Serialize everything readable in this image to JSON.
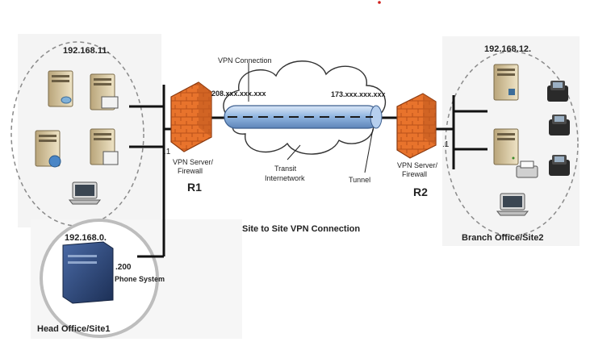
{
  "sites": {
    "left_subnet": "192.168.11.",
    "right_subnet": "192.168.12.",
    "phone_subnet": "192.168.0.",
    "left_host_suffix": ".1",
    "right_host_suffix": ".1",
    "phone_host_suffix": ".200",
    "phone_system_label": "Phone System",
    "head_office_label": "Head Office/Site1",
    "branch_office_label": "Branch Office/Site2"
  },
  "vpn": {
    "connection_label": "VPN Connection",
    "left_ip": "208.xxx.xxx.xxx",
    "right_ip": "173.xxx.xxx.xxx",
    "transit_line1": "Transit",
    "transit_line2": "Internetwork",
    "tunnel_label": "Tunnel",
    "title": "Site to Site VPN Connection"
  },
  "routers": {
    "r1": {
      "name": "R1",
      "role_line1": "VPN Server/",
      "role_line2": "Firewall"
    },
    "r2": {
      "name": "R2",
      "role_line1": "VPN Server/",
      "role_line2": "Firewall"
    }
  },
  "colors": {
    "firewall": "#e8732c",
    "tunnel": "#8fb4df",
    "server": "#d8c8a0",
    "phone_system": "#2e4f86",
    "red_dot": "#d0201c"
  }
}
